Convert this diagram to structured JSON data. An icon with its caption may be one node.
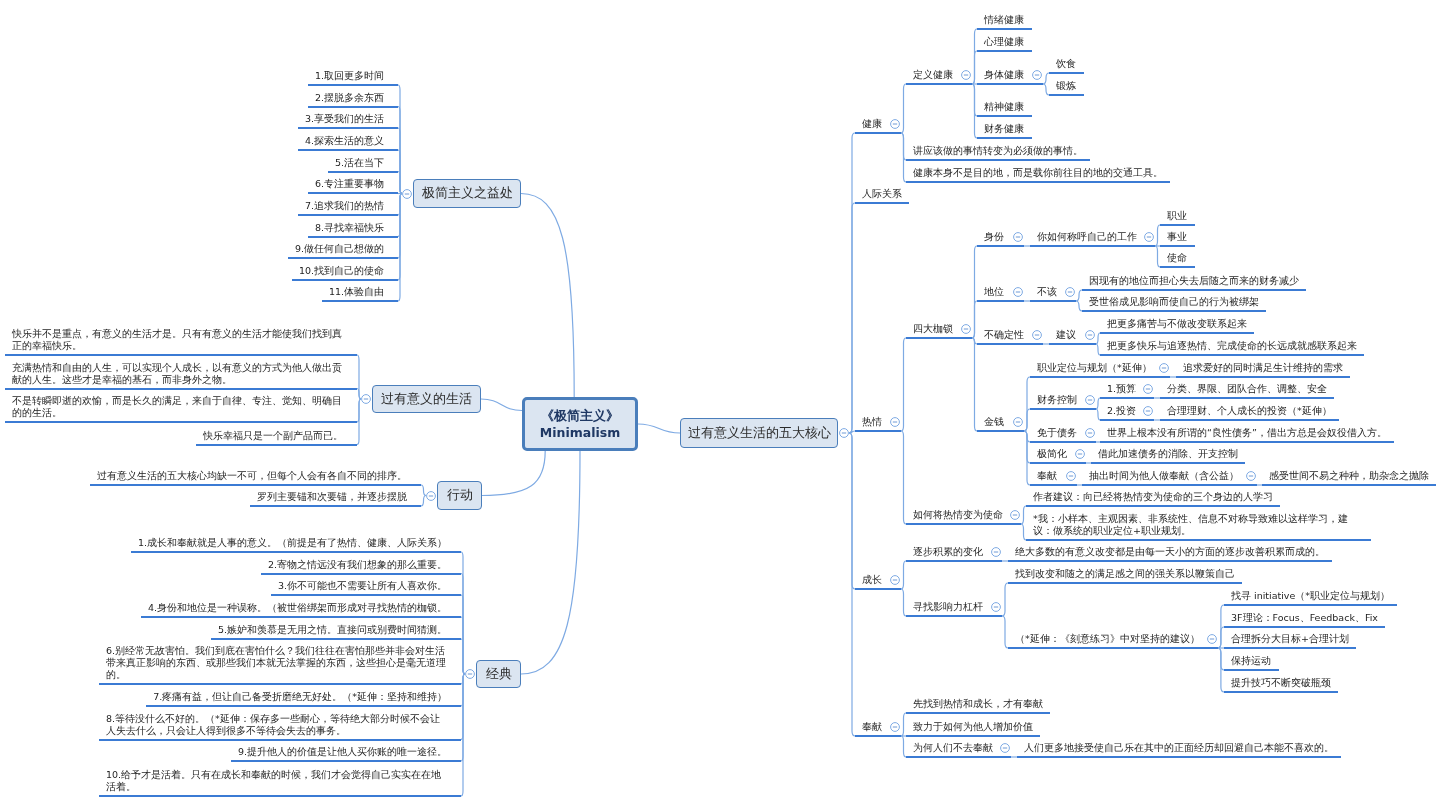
{
  "diagram": {
    "nodes": [
      {
        "text": [
          "《极简主义》",
          "Minimalism"
        ]
      },
      {
        "text": [
          "极简主义之益处"
        ]
      },
      {
        "text": [
          "1.取回更多时间"
        ]
      },
      {
        "text": [
          "2.摆脱多余东西"
        ]
      },
      {
        "text": [
          "3.享受我们的生活"
        ]
      },
      {
        "text": [
          "4.探索生活的意义"
        ]
      },
      {
        "text": [
          "5.活在当下"
        ]
      },
      {
        "text": [
          "6.专注重要事物"
        ]
      },
      {
        "text": [
          "7.追求我们的热情"
        ]
      },
      {
        "text": [
          "8.寻找幸福快乐"
        ]
      },
      {
        "text": [
          "9.做任何自己想做的"
        ]
      },
      {
        "text": [
          "10.找到自己的使命"
        ]
      },
      {
        "text": [
          "11.体验自由"
        ]
      },
      {
        "text": [
          "过有意义的生活"
        ]
      },
      {
        "text": [
          "快乐并不是重点，有意义的生活才是。只有有意义的生活才能使我们找到真正的幸福快乐。"
        ]
      },
      {
        "text": [
          "充满热情和自由的人生，可以实现个人成长，以有意义的方式为他人做出贡献的人生。这些才是幸福的基石，而非身外之物。"
        ]
      },
      {
        "text": [
          "不是转瞬即逝的欢愉，而是长久的满足，来自于自律、专注、觉知、明确目的的生活。"
        ]
      },
      {
        "text": [
          "快乐幸福只是一个副产品而已。"
        ]
      },
      {
        "text": [
          "行动"
        ]
      },
      {
        "text": [
          "过有意义生活的五大核心均缺一不可，但每个人会有各自不同的排序。"
        ]
      },
      {
        "text": [
          "罗列主要锚和次要锚，并逐步摆脱"
        ]
      },
      {
        "text": [
          "经典"
        ]
      },
      {
        "text": [
          "1.成长和奉献就是人事的意义。（前提是有了热情、健康、人际关系）"
        ]
      },
      {
        "text": [
          "2.寄物之情远没有我们想象的那么重要。"
        ]
      },
      {
        "text": [
          "3.你不可能也不需要让所有人喜欢你。"
        ]
      },
      {
        "text": [
          "4.身份和地位是一种误称。（被世俗绑架而形成对寻找热情的枷锁。"
        ]
      },
      {
        "text": [
          "5.嫉妒和羡慕是无用之情。直接问或别费时间猜测。"
        ]
      },
      {
        "text": [
          "6.别经常无故害怕。我们到底在害怕什么？我们往往在害怕那些并非会对生活带来真正影响的东西、或那些我们本就无法掌握的东西，这些担心是毫无道理的。"
        ]
      },
      {
        "text": [
          "7.疼痛有益，但让自己备受折磨绝无好处。（*延伸：坚持和维持）"
        ]
      },
      {
        "text": [
          "8.等待没什么不好的。（*延伸：保存多一些耐心，等待绝大部分时候不会让人失去什么，只会让人得到很多不等待会失去的事务。"
        ]
      },
      {
        "text": [
          "9.提升他人的价值是让他人买你账的唯一途径。"
        ]
      },
      {
        "text": [
          "10.给予才是活着。只有在成长和奉献的时候，我们才会觉得自己实实在在地活着。"
        ]
      },
      {
        "text": [
          "过有意义生活的五大核心"
        ]
      },
      {
        "text": [
          "健康"
        ]
      },
      {
        "text": [
          "定义健康"
        ]
      },
      {
        "text": [
          "情绪健康"
        ]
      },
      {
        "text": [
          "心理健康"
        ]
      },
      {
        "text": [
          "身体健康"
        ]
      },
      {
        "text": [
          "饮食"
        ]
      },
      {
        "text": [
          "锻炼"
        ]
      },
      {
        "text": [
          "精神健康"
        ]
      },
      {
        "text": [
          "财务健康"
        ]
      },
      {
        "text": [
          "讲应该做的事情转变为必须做的事情。"
        ]
      },
      {
        "text": [
          "健康本身不是目的地，而是载你前往目的地的交通工具。"
        ]
      },
      {
        "text": [
          "人际关系"
        ]
      },
      {
        "text": [
          "热情"
        ]
      },
      {
        "text": [
          "四大枷锁"
        ]
      },
      {
        "text": [
          "身份"
        ]
      },
      {
        "text": [
          "你如何称呼自己的工作"
        ]
      },
      {
        "text": [
          "职业"
        ]
      },
      {
        "text": [
          "事业"
        ]
      },
      {
        "text": [
          "使命"
        ]
      },
      {
        "text": [
          "地位"
        ]
      },
      {
        "text": [
          "不该"
        ]
      },
      {
        "text": [
          "因现有的地位而担心失去后随之而来的财务减少"
        ]
      },
      {
        "text": [
          "受世俗成见影响而使自己的行为被绑架"
        ]
      },
      {
        "text": [
          "不确定性"
        ]
      },
      {
        "text": [
          "建议"
        ]
      },
      {
        "text": [
          "把更多痛苦与不做改变联系起来"
        ]
      },
      {
        "text": [
          "把更多快乐与追逐热情、完成使命的长远成就感联系起来"
        ]
      },
      {
        "text": [
          "金钱"
        ]
      },
      {
        "text": [
          "职业定位与规划（*延伸）"
        ]
      },
      {
        "text": [
          "追求爱好的同时满足生计维持的需求"
        ]
      },
      {
        "text": [
          "财务控制"
        ]
      },
      {
        "text": [
          "1.预算"
        ]
      },
      {
        "text": [
          "分类、界限、团队合作、调整、安全"
        ]
      },
      {
        "text": [
          "2.投资"
        ]
      },
      {
        "text": [
          "合理理财、个人成长的投资（*延伸）"
        ]
      },
      {
        "text": [
          "免于债务"
        ]
      },
      {
        "text": [
          "世界上根本没有所谓的“良性债务”，借出方总是会奴役借入方。"
        ]
      },
      {
        "text": [
          "极简化"
        ]
      },
      {
        "text": [
          "借此加速债务的消除、开支控制"
        ]
      },
      {
        "text": [
          "奉献"
        ]
      },
      {
        "text": [
          "抽出时间为他人做奉献（含公益）"
        ]
      },
      {
        "text": [
          "感受世间不易之种种，助杂念之抛除"
        ]
      },
      {
        "text": [
          "如何将热情变为使命"
        ]
      },
      {
        "text": [
          "作者建议：向已经将热情变为使命的三个身边的人学习"
        ]
      },
      {
        "text": [
          "*我：小样本、主观因素、非系统性、信息不对称导致难以这样学习，建议：做系统的职业定位+职业规划。"
        ]
      },
      {
        "text": [
          "成长"
        ]
      },
      {
        "text": [
          "逐步积累的变化"
        ]
      },
      {
        "text": [
          "绝大多数的有意义改变都是由每一天小的方面的逐步改善积累而成的。"
        ]
      },
      {
        "text": [
          "寻找影响力杠杆"
        ]
      },
      {
        "text": [
          "找到改变和随之的满足感之间的强关系以鞭策自己"
        ]
      },
      {
        "text": [
          "（*延伸：《刻意练习》中对坚持的建议）"
        ]
      },
      {
        "text": [
          "找寻 initiative（*职业定位与规划）"
        ]
      },
      {
        "text": [
          "3F理论：Focus、Feedback、Fix"
        ]
      },
      {
        "text": [
          "合理拆分大目标+合理计划"
        ]
      },
      {
        "text": [
          "保持运动"
        ]
      },
      {
        "text": [
          "提升技巧不断突破瓶颈"
        ]
      },
      {
        "text": [
          "奉献"
        ]
      },
      {
        "text": [
          "先找到热情和成长，才有奉献"
        ]
      },
      {
        "text": [
          "致力于如何为他人增加价值"
        ]
      },
      {
        "text": [
          "为何人们不去奉献"
        ]
      },
      {
        "text": [
          "人们更多地接受使自己乐在其中的正面经历却回避自己本能不喜欢的。"
        ]
      }
    ],
    "edges": [
      {
        "from": 0,
        "to": 1,
        "arrow": "none"
      },
      {
        "from": 1,
        "to": 2,
        "arrow": "none"
      },
      {
        "from": 1,
        "to": 3,
        "arrow": "none"
      },
      {
        "from": 1,
        "to": 4,
        "arrow": "none"
      },
      {
        "from": 1,
        "to": 5,
        "arrow": "none"
      },
      {
        "from": 1,
        "to": 6,
        "arrow": "none"
      },
      {
        "from": 1,
        "to": 7,
        "arrow": "none"
      },
      {
        "from": 1,
        "to": 8,
        "arrow": "none"
      },
      {
        "from": 1,
        "to": 9,
        "arrow": "none"
      },
      {
        "from": 1,
        "to": 10,
        "arrow": "none"
      },
      {
        "from": 1,
        "to": 11,
        "arrow": "none"
      },
      {
        "from": 1,
        "to": 12,
        "arrow": "none"
      },
      {
        "from": 0,
        "to": 13,
        "arrow": "none"
      },
      {
        "from": 13,
        "to": 14,
        "arrow": "none"
      },
      {
        "from": 13,
        "to": 15,
        "arrow": "none"
      },
      {
        "from": 13,
        "to": 16,
        "arrow": "none"
      },
      {
        "from": 13,
        "to": 17,
        "arrow": "none"
      },
      {
        "from": 0,
        "to": 18,
        "arrow": "none"
      },
      {
        "from": 18,
        "to": 19,
        "arrow": "none"
      },
      {
        "from": 18,
        "to": 20,
        "arrow": "none"
      },
      {
        "from": 0,
        "to": 21,
        "arrow": "none"
      },
      {
        "from": 21,
        "to": 22,
        "arrow": "none"
      },
      {
        "from": 21,
        "to": 23,
        "arrow": "none"
      },
      {
        "from": 21,
        "to": 24,
        "arrow": "none"
      },
      {
        "from": 21,
        "to": 25,
        "arrow": "none"
      },
      {
        "from": 21,
        "to": 26,
        "arrow": "none"
      },
      {
        "from": 21,
        "to": 27,
        "arrow": "none"
      },
      {
        "from": 21,
        "to": 28,
        "arrow": "none"
      },
      {
        "from": 21,
        "to": 29,
        "arrow": "none"
      },
      {
        "from": 21,
        "to": 30,
        "arrow": "none"
      },
      {
        "from": 21,
        "to": 31,
        "arrow": "none"
      },
      {
        "from": 0,
        "to": 32,
        "arrow": "none"
      },
      {
        "from": 32,
        "to": 33,
        "arrow": "none"
      },
      {
        "from": 33,
        "to": 34,
        "arrow": "none"
      },
      {
        "from": 34,
        "to": 35,
        "arrow": "none"
      },
      {
        "from": 34,
        "to": 36,
        "arrow": "none"
      },
      {
        "from": 34,
        "to": 37,
        "arrow": "none"
      },
      {
        "from": 37,
        "to": 38,
        "arrow": "none"
      },
      {
        "from": 37,
        "to": 39,
        "arrow": "none"
      },
      {
        "from": 34,
        "to": 40,
        "arrow": "none"
      },
      {
        "from": 34,
        "to": 41,
        "arrow": "none"
      },
      {
        "from": 33,
        "to": 42,
        "arrow": "none"
      },
      {
        "from": 33,
        "to": 43,
        "arrow": "none"
      },
      {
        "from": 32,
        "to": 44,
        "arrow": "none"
      },
      {
        "from": 32,
        "to": 45,
        "arrow": "none"
      },
      {
        "from": 45,
        "to": 46,
        "arrow": "none"
      },
      {
        "from": 46,
        "to": 47,
        "arrow": "none"
      },
      {
        "from": 47,
        "to": 48,
        "arrow": "none"
      },
      {
        "from": 48,
        "to": 49,
        "arrow": "none"
      },
      {
        "from": 48,
        "to": 50,
        "arrow": "none"
      },
      {
        "from": 48,
        "to": 51,
        "arrow": "none"
      },
      {
        "from": 46,
        "to": 52,
        "arrow": "none"
      },
      {
        "from": 52,
        "to": 53,
        "arrow": "none"
      },
      {
        "from": 53,
        "to": 54,
        "arrow": "none"
      },
      {
        "from": 53,
        "to": 55,
        "arrow": "none"
      },
      {
        "from": 46,
        "to": 56,
        "arrow": "none"
      },
      {
        "from": 56,
        "to": 57,
        "arrow": "none"
      },
      {
        "from": 57,
        "to": 58,
        "arrow": "none"
      },
      {
        "from": 57,
        "to": 59,
        "arrow": "none"
      },
      {
        "from": 46,
        "to": 60,
        "arrow": "none"
      },
      {
        "from": 60,
        "to": 61,
        "arrow": "none"
      },
      {
        "from": 61,
        "to": 62,
        "arrow": "none"
      },
      {
        "from": 60,
        "to": 63,
        "arrow": "none"
      },
      {
        "from": 63,
        "to": 64,
        "arrow": "none"
      },
      {
        "from": 64,
        "to": 65,
        "arrow": "none"
      },
      {
        "from": 63,
        "to": 66,
        "arrow": "none"
      },
      {
        "from": 66,
        "to": 67,
        "arrow": "none"
      },
      {
        "from": 60,
        "to": 68,
        "arrow": "none"
      },
      {
        "from": 68,
        "to": 69,
        "arrow": "none"
      },
      {
        "from": 60,
        "to": 70,
        "arrow": "none"
      },
      {
        "from": 70,
        "to": 71,
        "arrow": "none"
      },
      {
        "from": 60,
        "to": 72,
        "arrow": "none"
      },
      {
        "from": 72,
        "to": 73,
        "arrow": "none"
      },
      {
        "from": 73,
        "to": 74,
        "arrow": "none"
      },
      {
        "from": 45,
        "to": 75,
        "arrow": "none"
      },
      {
        "from": 75,
        "to": 76,
        "arrow": "none"
      },
      {
        "from": 75,
        "to": 77,
        "arrow": "none"
      },
      {
        "from": 32,
        "to": 78,
        "arrow": "none"
      },
      {
        "from": 78,
        "to": 79,
        "arrow": "none"
      },
      {
        "from": 79,
        "to": 80,
        "arrow": "none"
      },
      {
        "from": 78,
        "to": 81,
        "arrow": "none"
      },
      {
        "from": 81,
        "to": 82,
        "arrow": "none"
      },
      {
        "from": 81,
        "to": 83,
        "arrow": "none"
      },
      {
        "from": 83,
        "to": 84,
        "arrow": "none"
      },
      {
        "from": 83,
        "to": 85,
        "arrow": "none"
      },
      {
        "from": 83,
        "to": 86,
        "arrow": "none"
      },
      {
        "from": 83,
        "to": 87,
        "arrow": "none"
      },
      {
        "from": 83,
        "to": 88,
        "arrow": "none"
      },
      {
        "from": 32,
        "to": 89,
        "arrow": "none"
      },
      {
        "from": 89,
        "to": 90,
        "arrow": "none"
      },
      {
        "from": 89,
        "to": 91,
        "arrow": "none"
      },
      {
        "from": 89,
        "to": 92,
        "arrow": "none"
      },
      {
        "from": 92,
        "to": 93,
        "arrow": "none"
      }
    ]
  }
}
